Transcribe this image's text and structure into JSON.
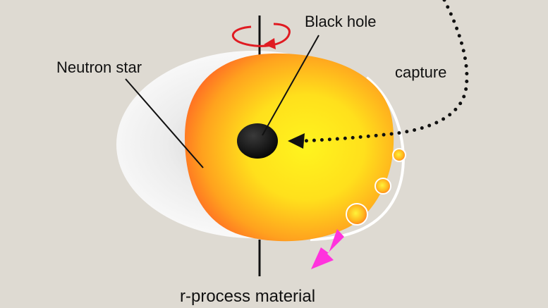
{
  "labels": {
    "black_hole": "Black hole",
    "neutron_star": "Neutron star",
    "capture": "capture",
    "r_process": "r-process material"
  },
  "icons": {
    "rotation": "curved-arrow-icon",
    "ejecta_direction": "arrow-down-left-icon"
  },
  "colors": {
    "background": "#dedad2",
    "star_core": "#fff21e",
    "star_edge": "#ff7a1e",
    "black_hole": "#111111",
    "rotation_arrow": "#e01b22",
    "ejecta_arrow": "#ff33dd",
    "disk": "#f7f7f7"
  }
}
